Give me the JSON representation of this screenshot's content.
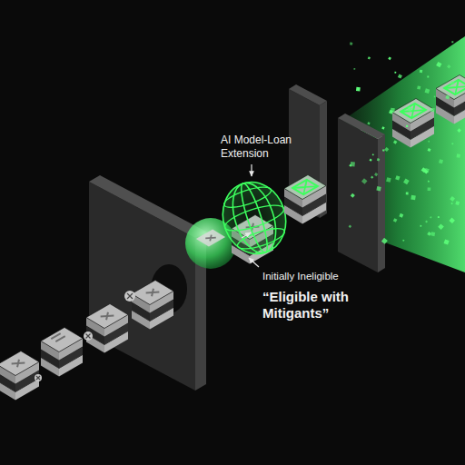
{
  "diagram": {
    "labels": [
      "AI Model-Loan Extension",
      "Initially Ineligible",
      "“Eligible with Mitigants”"
    ]
  }
}
